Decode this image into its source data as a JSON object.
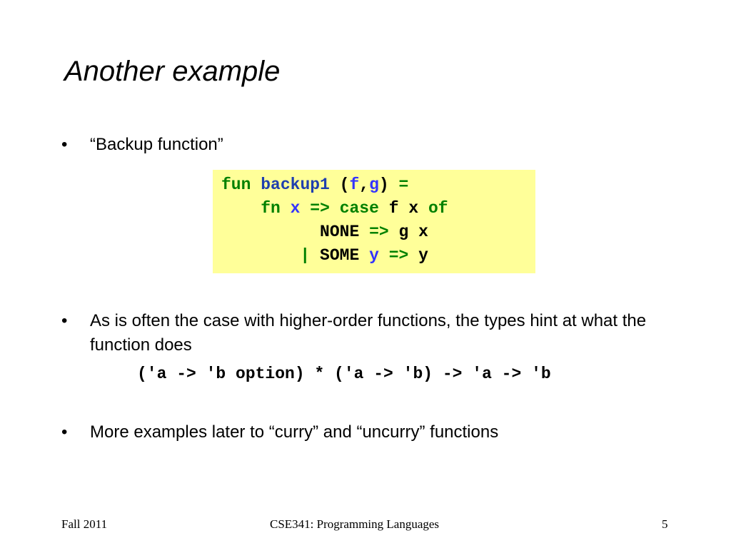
{
  "slide": {
    "title": "Another example",
    "bullet_glyph": "•",
    "bullets": [
      {
        "text": "“Backup function”"
      },
      {
        "text": "As is often the case with higher-order functions, the types hint at what the function does"
      },
      {
        "text": "More examples later to “curry” and “uncurry” functions"
      }
    ],
    "code": {
      "line1": {
        "kw_fun": "fun",
        "name": "backup1",
        "lparen": "(",
        "f": "f",
        "comma": ",",
        "g": "g",
        "rparen": ")",
        "eq": "="
      },
      "line2": {
        "kw_fn": "fn",
        "x": "x",
        "arrow": "=>",
        "kw_case": "case",
        "f": "f",
        "x2": "x",
        "kw_of": "of"
      },
      "line3": {
        "none": "NONE",
        "arrow": "=>",
        "g": "g",
        "x": "x"
      },
      "line4": {
        "bar": "|",
        "some": "SOME",
        "y": "y",
        "arrow": "=>",
        "y2": "y"
      }
    },
    "type_signature": "('a -> 'b option) * ('a -> 'b) -> 'a -> 'b",
    "footer": {
      "left": "Fall 2011",
      "center": "CSE341: Programming Languages",
      "right": "5"
    },
    "colors": {
      "code_background": "#ffff99",
      "keyword": "#008000",
      "function_name": "#1f3fae",
      "variable": "#3333ff"
    }
  }
}
